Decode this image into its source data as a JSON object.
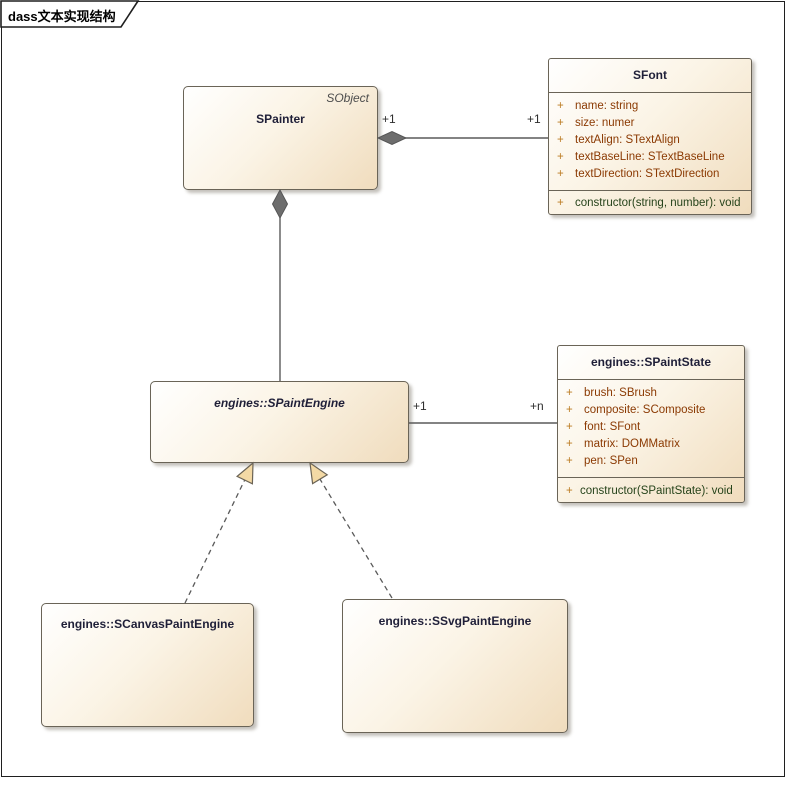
{
  "frame": {
    "label": "dass文本实现结构"
  },
  "classes": {
    "spainter": {
      "name": "SPainter",
      "stereotype": "SObject"
    },
    "sfont": {
      "name": "SFont",
      "attributes": [
        {
          "vis": "+",
          "text": "name: string"
        },
        {
          "vis": "+",
          "text": "size: numer"
        },
        {
          "vis": "+",
          "text": "textAlign: STextAlign"
        },
        {
          "vis": "+",
          "text": "textBaseLine: STextBaseLine"
        },
        {
          "vis": "+",
          "text": "textDirection: STextDirection"
        }
      ],
      "operations": [
        {
          "vis": "+",
          "text": "constructor(string, number): void"
        }
      ]
    },
    "spaintstate": {
      "name": "engines::SPaintState",
      "attributes": [
        {
          "vis": "+",
          "text": "brush: SBrush"
        },
        {
          "vis": "+",
          "text": "composite: SComposite"
        },
        {
          "vis": "+",
          "text": "font: SFont"
        },
        {
          "vis": "+",
          "text": "matrix: DOMMatrix"
        },
        {
          "vis": "+",
          "text": "pen: SPen"
        }
      ],
      "operations": [
        {
          "vis": "+",
          "text": "constructor(SPaintState): void"
        }
      ]
    },
    "spaintengine": {
      "name": "engines::SPaintEngine"
    },
    "scanvaspaintengine": {
      "name": "engines::SCanvasPaintEngine"
    },
    "ssvgpaintengine": {
      "name": "engines::SSvgPaintEngine"
    }
  },
  "relations": {
    "painter_font": {
      "type": "composition",
      "source_label": "+1",
      "target_label": "+1"
    },
    "painter_engine": {
      "type": "composition"
    },
    "engine_state": {
      "type": "association",
      "source_label": "+1",
      "target_label": "+n"
    },
    "canvas_engine": {
      "type": "realization"
    },
    "svg_engine": {
      "type": "realization"
    }
  },
  "colors": {
    "box_fill_start": "#ffffff",
    "box_fill_end": "#f0dcbd",
    "box_border": "#6a6457",
    "class_name_text": "#1f1f38",
    "stereotype_text": "#4d4d4d",
    "attribute_text": "#8b3a03",
    "visibility_sign": "#bc7c23",
    "operation_text": "#26431a",
    "connector_line": "#5a5a5a",
    "diamond_fill": "#6d6d6d",
    "arrowhead_fill": "#f3d9a5"
  }
}
